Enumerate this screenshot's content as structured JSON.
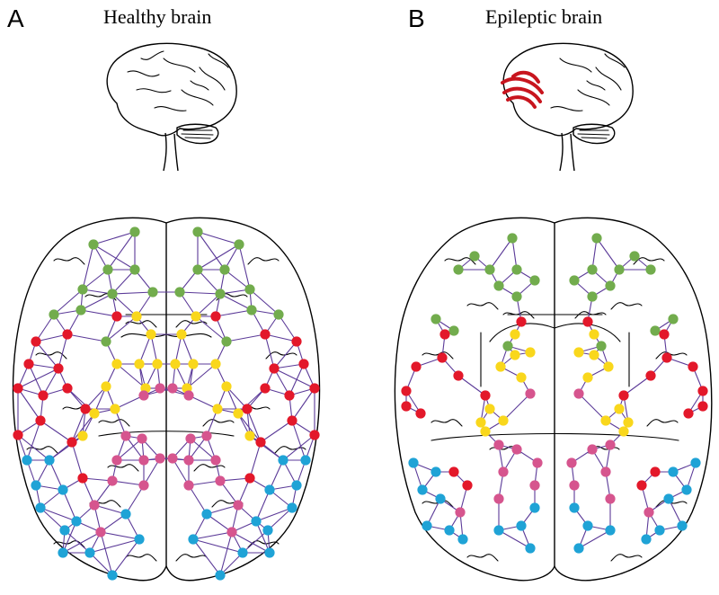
{
  "panels": [
    {
      "letter": "A",
      "title": "Healthy brain"
    },
    {
      "letter": "B",
      "title": "Epileptic brain"
    }
  ],
  "colors": {
    "green": "#72ac4d",
    "red": "#e3182a",
    "yellow": "#f9d71c",
    "pink": "#d6558e",
    "blue": "#1fa3d6",
    "edge": "#5b3a98",
    "seizure": "#c8151e"
  }
}
